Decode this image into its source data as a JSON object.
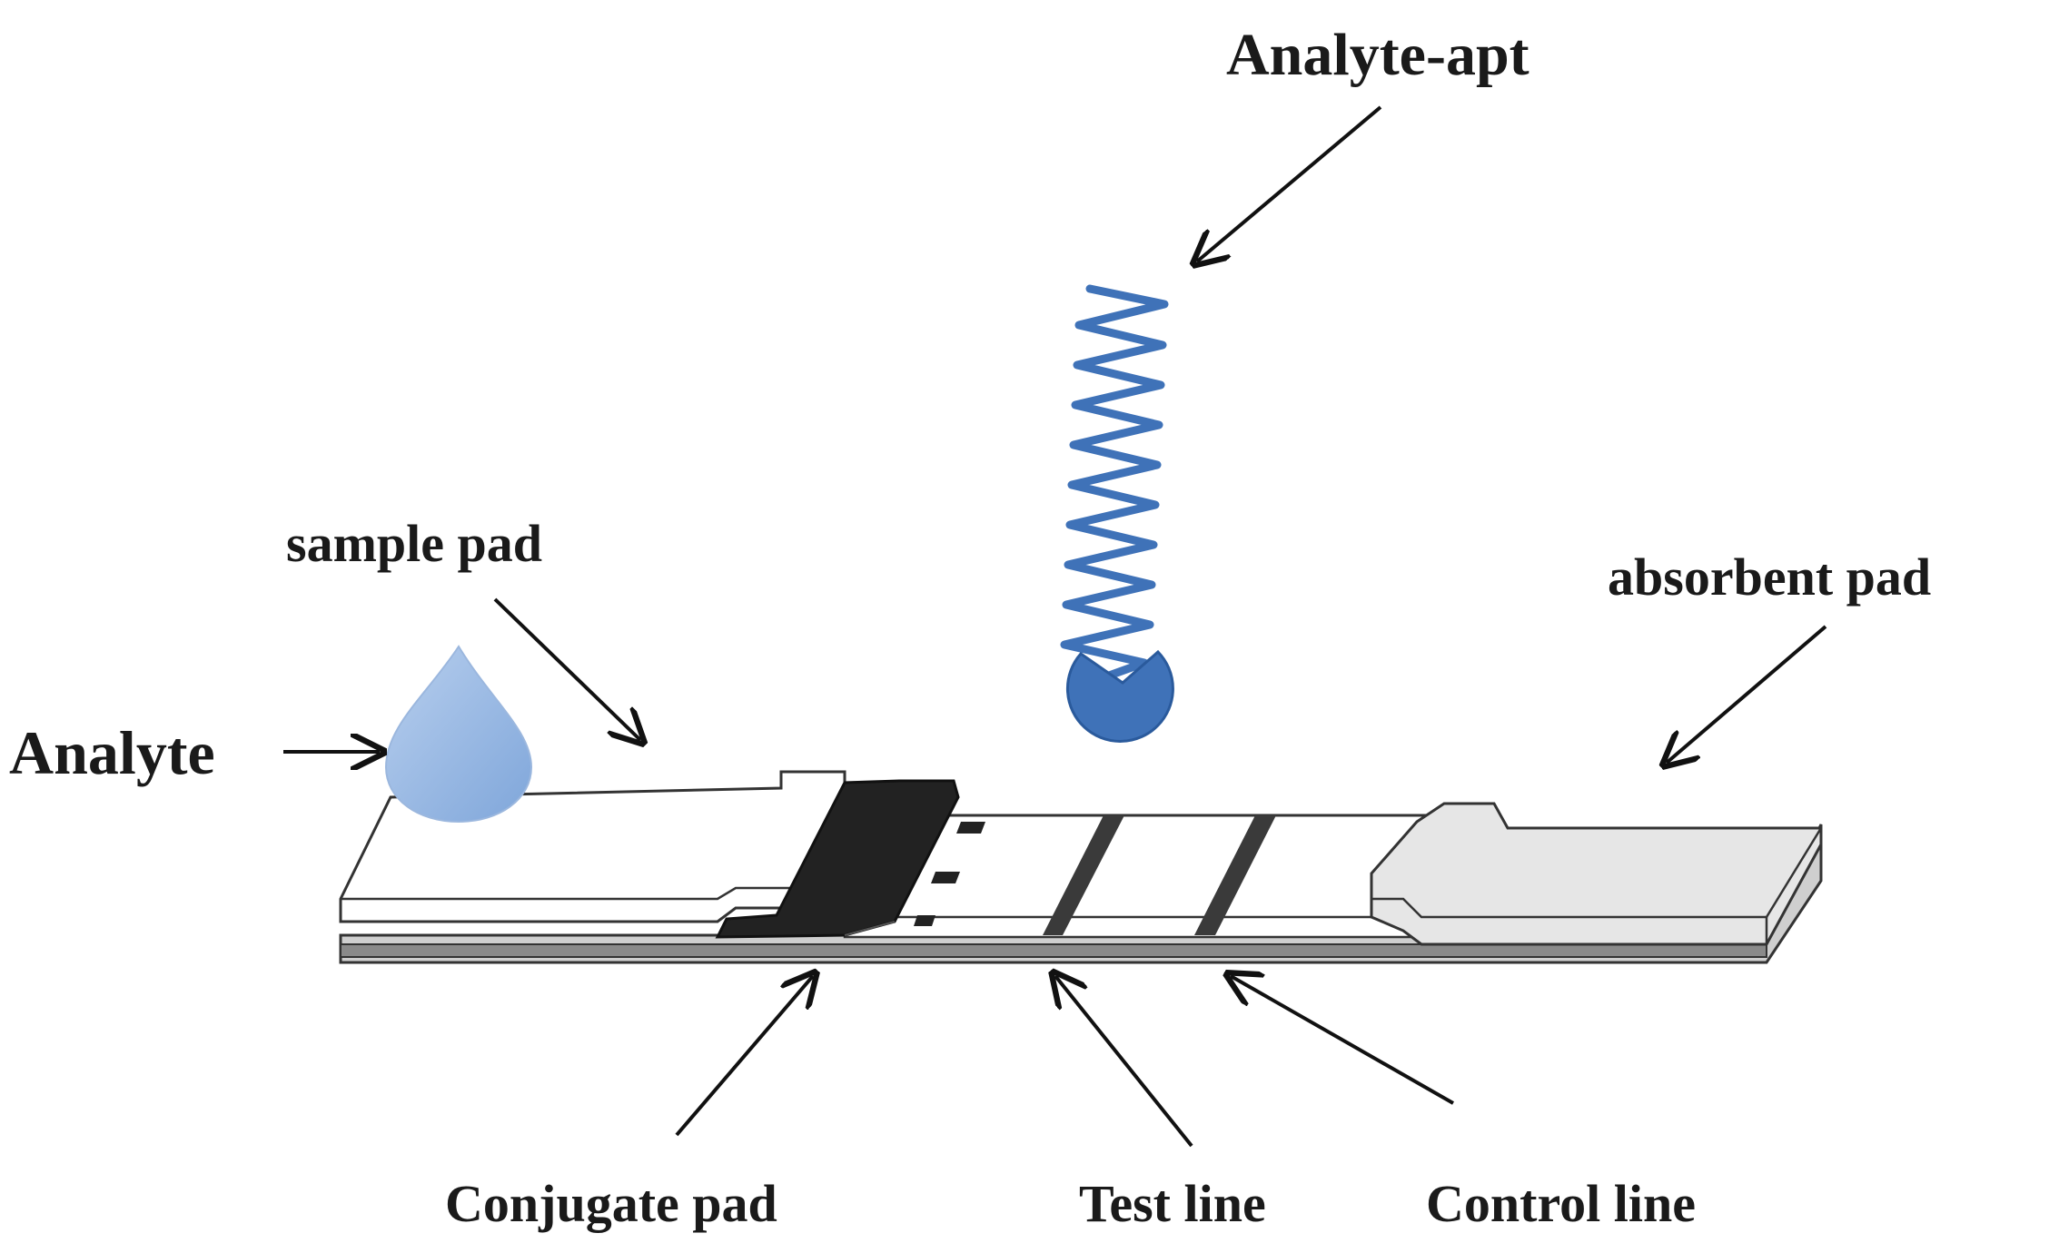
{
  "labels": {
    "analyte_apt": "Analyte-apt",
    "sample_pad": "sample pad",
    "absorbent_pad": "absorbent pad",
    "analyte": "Analyte",
    "conjugate_pad": "Conjugate pad",
    "test_line": "Test line",
    "control_line": "Control line"
  },
  "colors": {
    "drop": "#8fb3e0",
    "aptamer": "#3f72b8",
    "pad_dark": "#222222",
    "absorbent_fill": "#e6e6e6",
    "backing": "#888888"
  }
}
